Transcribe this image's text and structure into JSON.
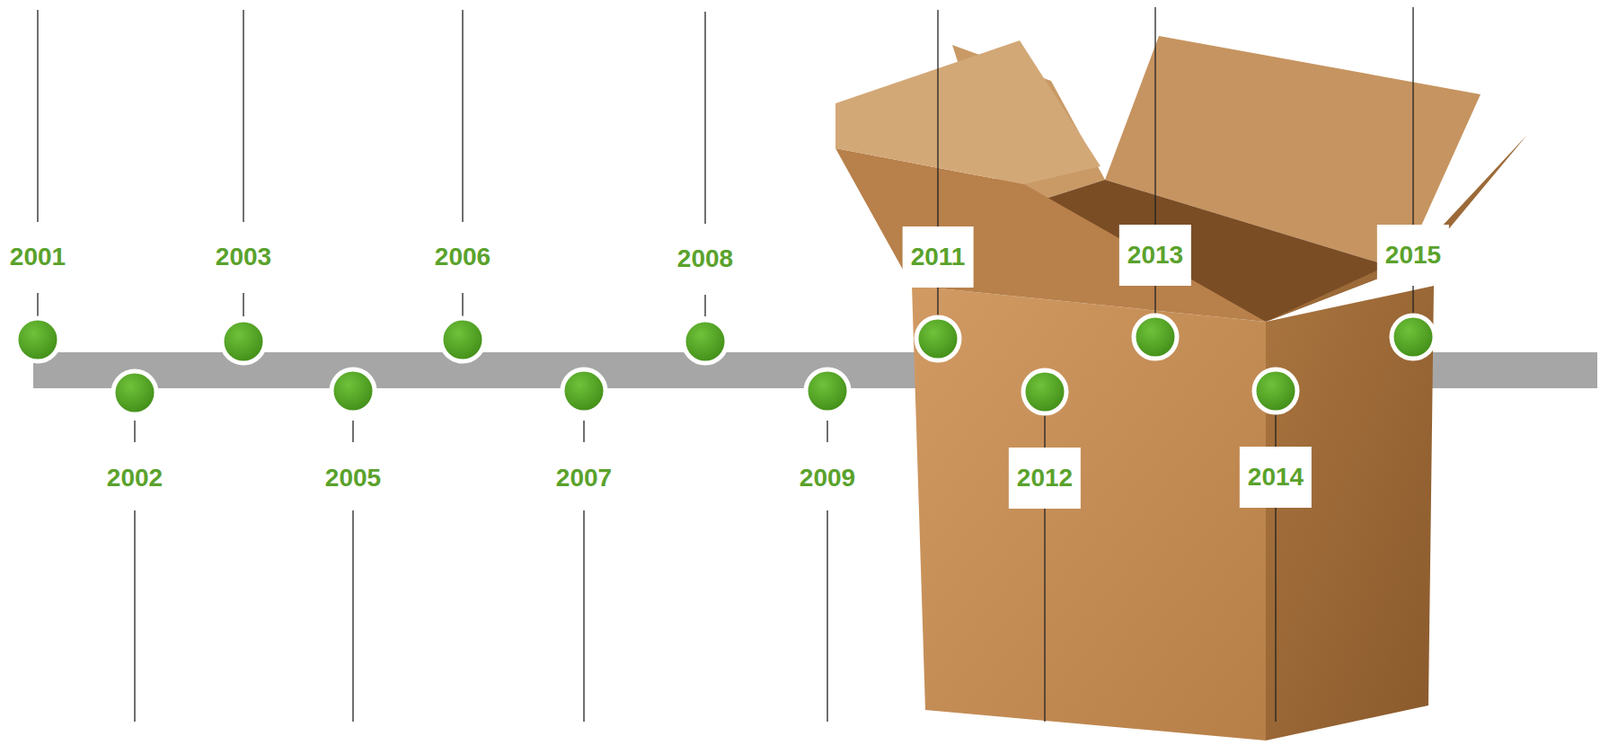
{
  "diagram": {
    "labels": [
      "2001",
      "2002",
      "2003",
      "2005",
      "2006",
      "2007",
      "2008",
      "2009",
      "2011",
      "2012",
      "2013",
      "2014",
      "2015"
    ]
  }
}
